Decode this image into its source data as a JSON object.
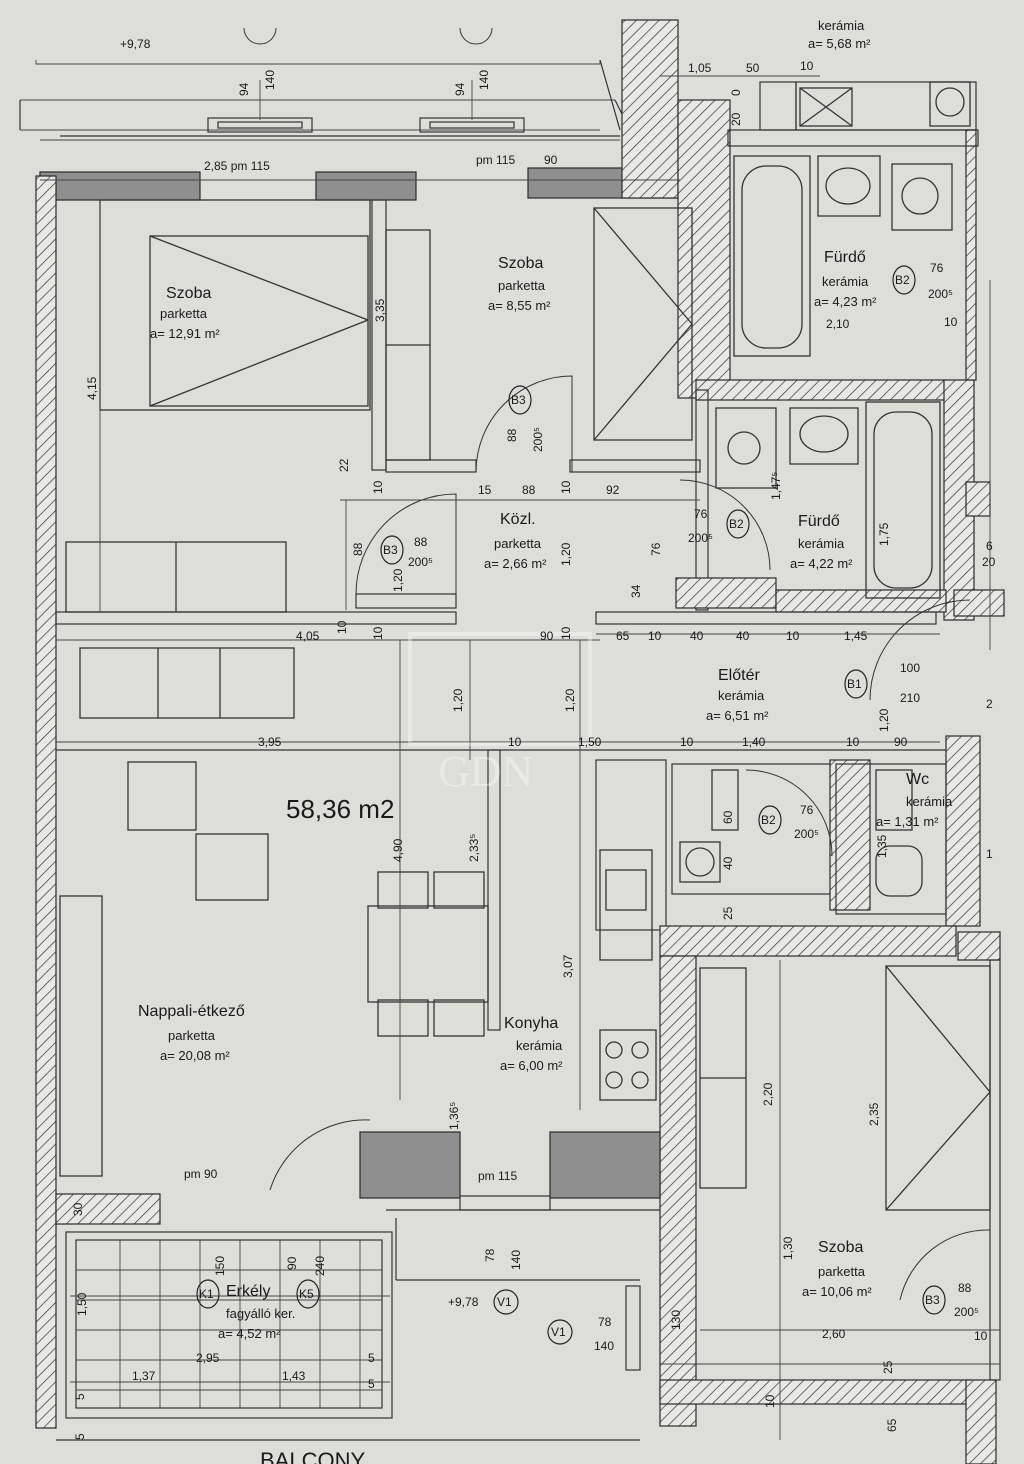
{
  "total_area": "58,36 m2",
  "watermark": "GDN",
  "bottom_cut_text": "BALCONY",
  "rooms": [
    {
      "id": "szoba1",
      "name": "Szoba",
      "floor": "parketta",
      "area": "a= 12,91 m²"
    },
    {
      "id": "szoba2",
      "name": "Szoba",
      "floor": "parketta",
      "area": "a= 8,55 m²"
    },
    {
      "id": "furdo1",
      "name": "Fürdő",
      "floor": "kerámia",
      "area": "a= 4,23 m²"
    },
    {
      "id": "furdo2",
      "name": "Fürdő",
      "floor": "kerámia",
      "area": "a= 4,22 m²"
    },
    {
      "id": "kozl",
      "name": "Közl.",
      "floor": "parketta",
      "area": "a= 2,66 m²"
    },
    {
      "id": "eloter",
      "name": "Előtér",
      "floor": "kerámia",
      "area": "a= 6,51 m²"
    },
    {
      "id": "wc",
      "name": "Wc",
      "floor": "kerámia",
      "area": "a= 1,31 m²"
    },
    {
      "id": "nappali",
      "name": "Nappali-étkező",
      "floor": "parketta",
      "area": "a= 20,08 m²"
    },
    {
      "id": "konyha",
      "name": "Konyha",
      "floor": "kerámia",
      "area": "a= 6,00 m²"
    },
    {
      "id": "erkely",
      "name": "Erkély",
      "floor": "fagyálló ker.",
      "area": "a= 4,52 m²"
    },
    {
      "id": "szoba3",
      "name": "Szoba",
      "floor": "parketta",
      "area": "a= 10,06 m²"
    },
    {
      "id": "top_keramia",
      "name": "",
      "floor": "kerámia",
      "area": "a= 5,68 m²"
    }
  ],
  "door_tags": [
    "B3",
    "B3",
    "B2",
    "B2",
    "B2",
    "B1",
    "B3",
    "K1",
    "K5",
    "V1",
    "V1"
  ],
  "dims": {
    "elev_top": "+9,78",
    "elev_bottom": "+9,78",
    "d_140a": "140",
    "d_94a": "94",
    "d_140b": "140",
    "d_94b": "94",
    "pm_285": "2,85 pm 115",
    "pm_115": "pm 115",
    "d_90top": "90",
    "d_105": "1,05",
    "d_50": "50",
    "d_10a": "10",
    "d_20a": "20",
    "d_0": "0",
    "d_415": "4,15",
    "d_335": "3,35",
    "d_210": "2,10",
    "d_10b": "10",
    "d_76a": "76",
    "d_2005a": "200⁵",
    "d_88a": "88",
    "d_2005b": "200⁵",
    "d_22": "22",
    "d_10c": "10",
    "d_15": "15",
    "d_88b": "88",
    "d_10d": "10",
    "d_92": "92",
    "d_88c": "88",
    "d_2005c": "200⁵",
    "d_88d": "88",
    "d_120a": "1,20",
    "d_120b": "1,20",
    "d_76b": "76",
    "d_2005d": "200⁵",
    "d_76c": "76",
    "d_34": "34",
    "d_1475": "1,47⁵",
    "d_175": "1,75",
    "d_6_20": "6",
    "d_20b": "20",
    "d_405": "4,05",
    "d_10e": "10",
    "d_10f": "10",
    "d_90a": "90",
    "d_10g": "10",
    "d_65": "65",
    "d_10h": "10",
    "d_40a": "40",
    "d_40b": "40",
    "d_10i": "10",
    "d_145": "1,45",
    "d_100": "100",
    "d_210b": "210",
    "d_120c": "1,20",
    "d_120d": "1,20",
    "d_120e": "1,20",
    "d_2": "2",
    "d_395": "3,95",
    "d_10j": "10",
    "d_150": "1,50",
    "d_10k": "10",
    "d_140c": "1,40",
    "d_10l": "10",
    "d_90b": "90",
    "d_490": "4,90",
    "d_2335": "2,33⁵",
    "d_60": "60",
    "d_40c": "40",
    "d_76d": "76",
    "d_2005e": "200⁵",
    "d_135": "1,35",
    "d_1": "1",
    "d_25a": "25",
    "d_307": "3,07",
    "d_220": "2,20",
    "d_235": "2,35",
    "d_1365": "1,36⁵",
    "pm_90": "pm 90",
    "pm_115b": "pm 115",
    "d_30": "30",
    "d_150b": "150",
    "d_90c": "90",
    "d_240": "240",
    "d_78a": "78",
    "d_140d": "140",
    "d_130a": "1,30",
    "d_130b": "130",
    "d_78b": "78",
    "d_140e": "140",
    "d_150c": "1,50",
    "d_295": "2,95",
    "d_137": "1,37",
    "d_143": "1,43",
    "d_5a": "5",
    "d_5b": "5",
    "d_5c": "5",
    "d_5d": "5",
    "d_260": "2,60",
    "d_10m": "10",
    "d_25b": "25",
    "d_10n": "10",
    "d_65b": "65",
    "d_88e": "88",
    "d_2005f": "200⁵"
  }
}
